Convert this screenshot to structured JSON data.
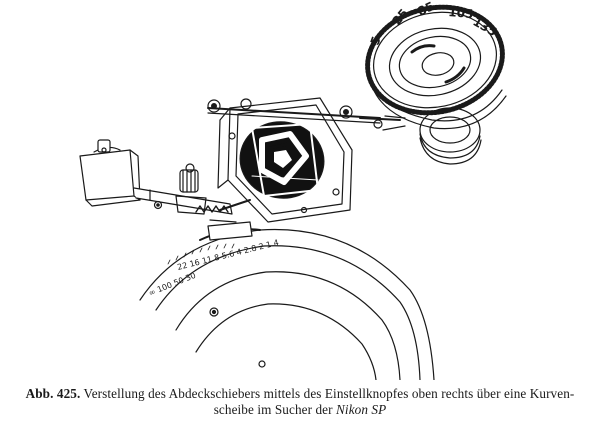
{
  "caption": {
    "figure_number": "Abb. 425.",
    "line1_text": "Verstellung des Abdeckschiebers mittels des Einstellknopfes oben rechts über eine Kurven-",
    "line2_text": "scheibe im Sucher der",
    "line2_emphasis": "Nikon SP"
  },
  "dial_labels": {
    "distance_scale": "∞ 100 50 30",
    "aperture_scale": "22 16 11 8 5.6 4 2.8 2 1.4",
    "cam_wheel_marks": [
      "5",
      "25",
      "85",
      "105",
      "135"
    ]
  }
}
